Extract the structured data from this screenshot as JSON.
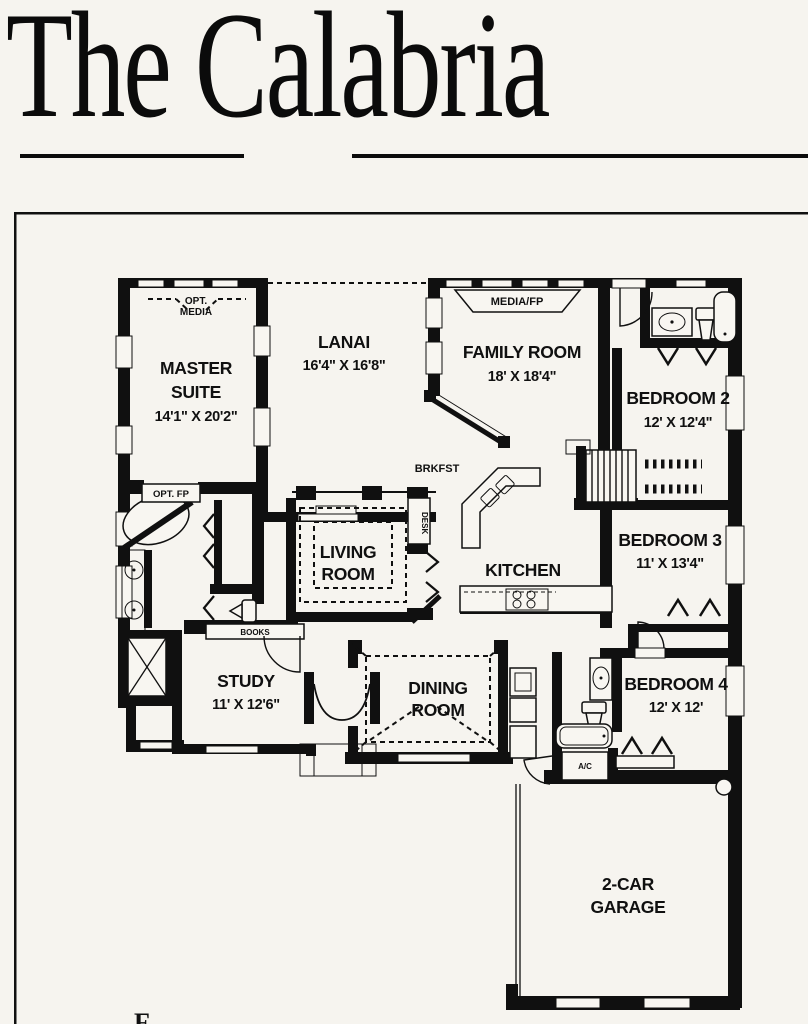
{
  "page": {
    "title": "The Calabria",
    "footer_partial": "F"
  },
  "plan": {
    "rooms": {
      "master_suite": {
        "name": "MASTER",
        "name2": "SUITE",
        "dims": "14'1\" X 20'2\""
      },
      "lanai": {
        "name": "LANAI",
        "dims": "16'4\" X 16'8\""
      },
      "family_room": {
        "name": "FAMILY ROOM",
        "dims": "18' X 18'4\""
      },
      "bedroom_2": {
        "name": "BEDROOM 2",
        "dims": "12' X 12'4\""
      },
      "bedroom_3": {
        "name": "BEDROOM 3",
        "dims": "11' X 13'4\""
      },
      "bedroom_4": {
        "name": "BEDROOM 4",
        "dims": "12' X 12'"
      },
      "living_room": {
        "name": "LIVING",
        "name2": "ROOM"
      },
      "dining_room": {
        "name": "DINING",
        "name2": "ROOM"
      },
      "kitchen": {
        "name": "KITCHEN"
      },
      "breakfast": {
        "name": "BRKFST"
      },
      "study": {
        "name": "STUDY",
        "dims": "11' X 12'6\""
      },
      "garage": {
        "name": "2-CAR",
        "name2": "GARAGE"
      }
    },
    "annotations": {
      "opt_media_line1": "OPT.",
      "opt_media_line2": "MEDIA",
      "media_fp": "MEDIA/FP",
      "opt_fp": "OPT. FP",
      "desk": "DESK",
      "books": "BOOKS",
      "ac": "A/C"
    },
    "colors": {
      "ink": "#101010",
      "paper": "#f6f4ef"
    }
  }
}
